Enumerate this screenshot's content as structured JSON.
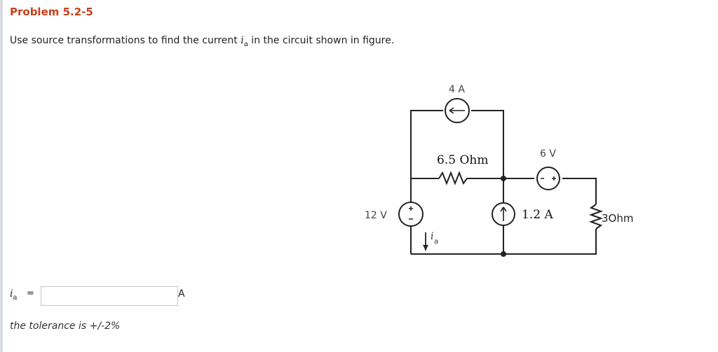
{
  "problem": {
    "title": "Problem 5.2-5",
    "question_pre": "Use source transformations to find the current ",
    "question_var": "i",
    "question_sub": "a",
    "question_post": " in the circuit shown in figure."
  },
  "figure": {
    "labels": {
      "current_source_top": "4 A",
      "resistor_top": "6.5 Ohm",
      "voltage_source_right": "6 V",
      "voltage_source_left": "12 V",
      "current_source_mid": "1.2 A",
      "resistor_right": "3Ohm",
      "current_label": "i",
      "current_label_sub": "a"
    }
  },
  "answer": {
    "label_var": "i",
    "label_sub": "a",
    "equals": "=",
    "value": "",
    "placeholder": "",
    "unit": "A"
  },
  "tolerance": "the tolerance is +/-2%"
}
